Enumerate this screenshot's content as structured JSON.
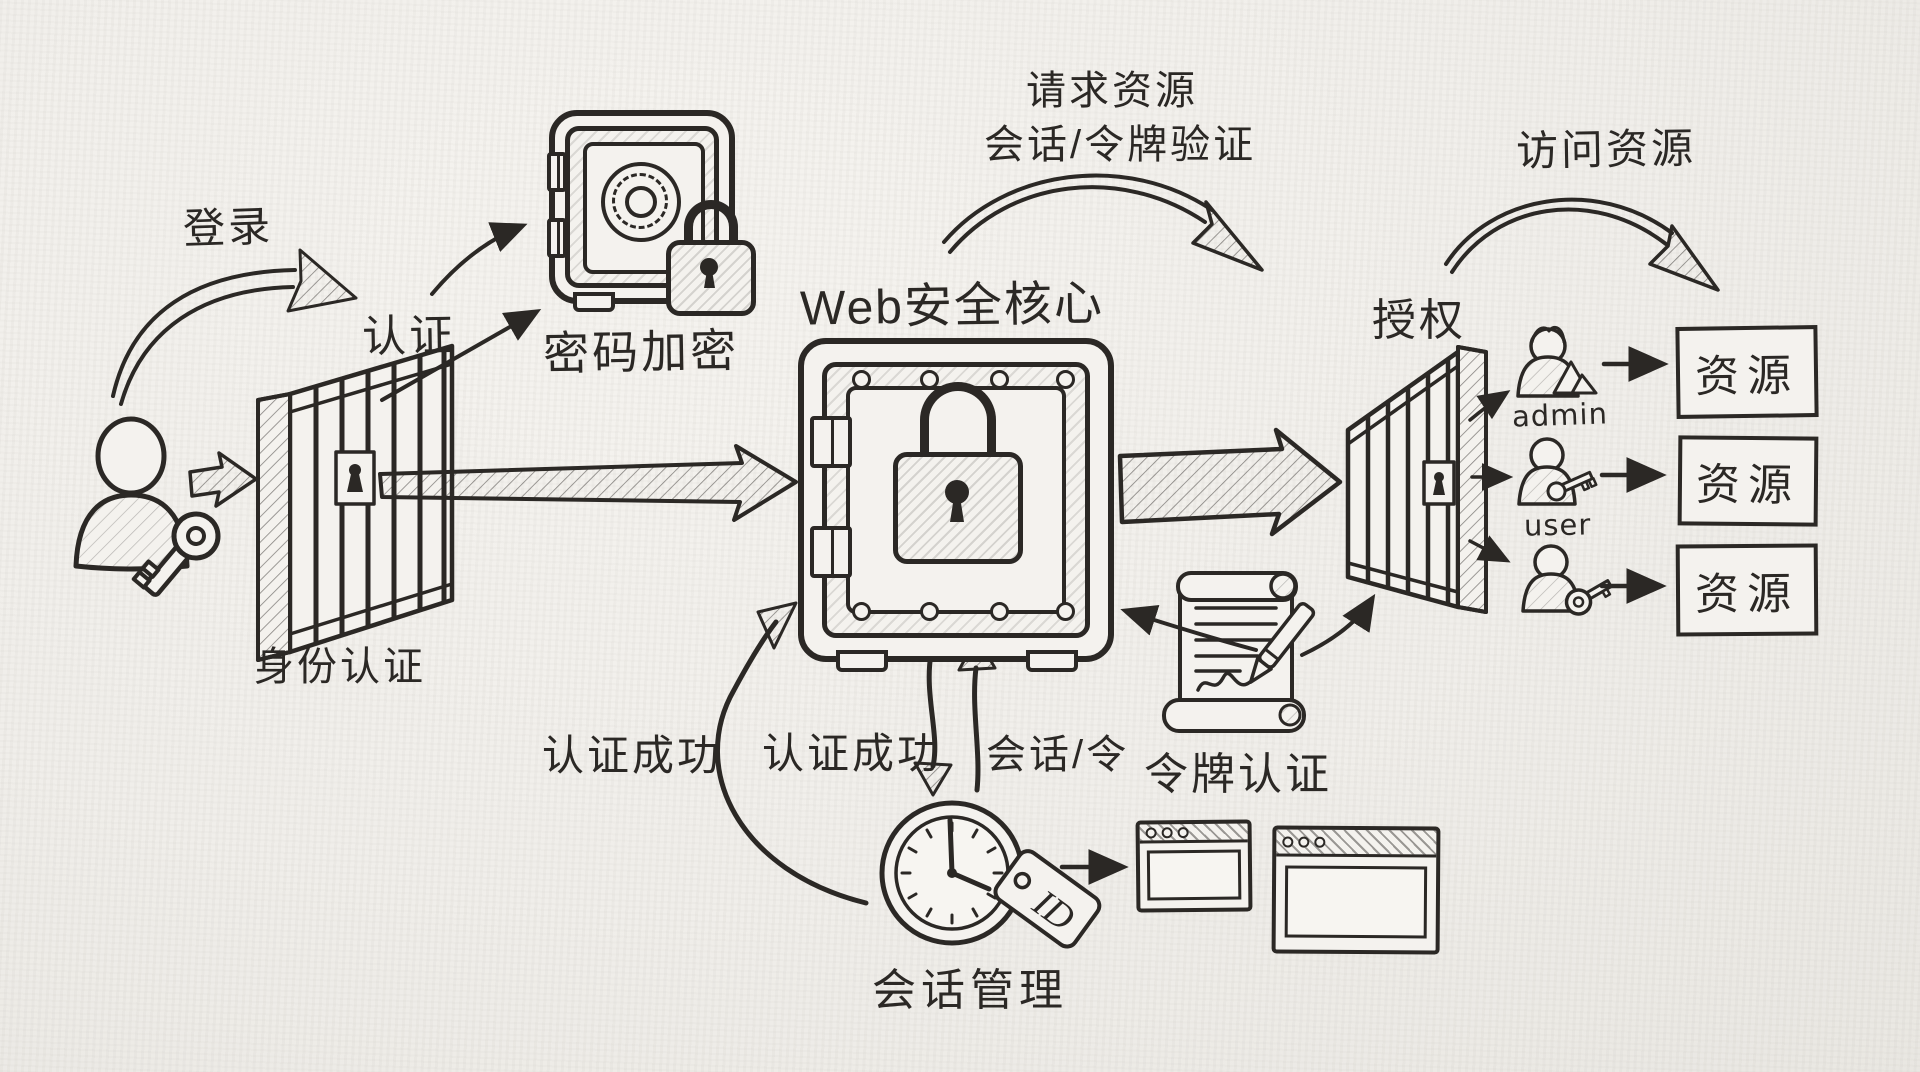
{
  "colors": {
    "paper": "#f0eeea",
    "ink": "#2b2825"
  },
  "labels": {
    "login": "登录",
    "authn": "认证",
    "identity_authn": "身份认证",
    "password_encrypt": "密码加密",
    "core_title": "Web安全核心",
    "request_resource": "请求资源",
    "session_token_verify": "会话/令牌验证",
    "access_resource": "访问资源",
    "authorize": "授权",
    "admin": "admin",
    "user": "user",
    "authn_success_left": "认证成功",
    "authn_success_mid": "认证成功",
    "session_or_token": "会话/令",
    "token_authn": "令牌认证",
    "session_mgmt": "会话管理",
    "id_tag": "ID"
  },
  "resources": [
    {
      "label": "资源"
    },
    {
      "label": "资源"
    },
    {
      "label": "资源"
    }
  ]
}
